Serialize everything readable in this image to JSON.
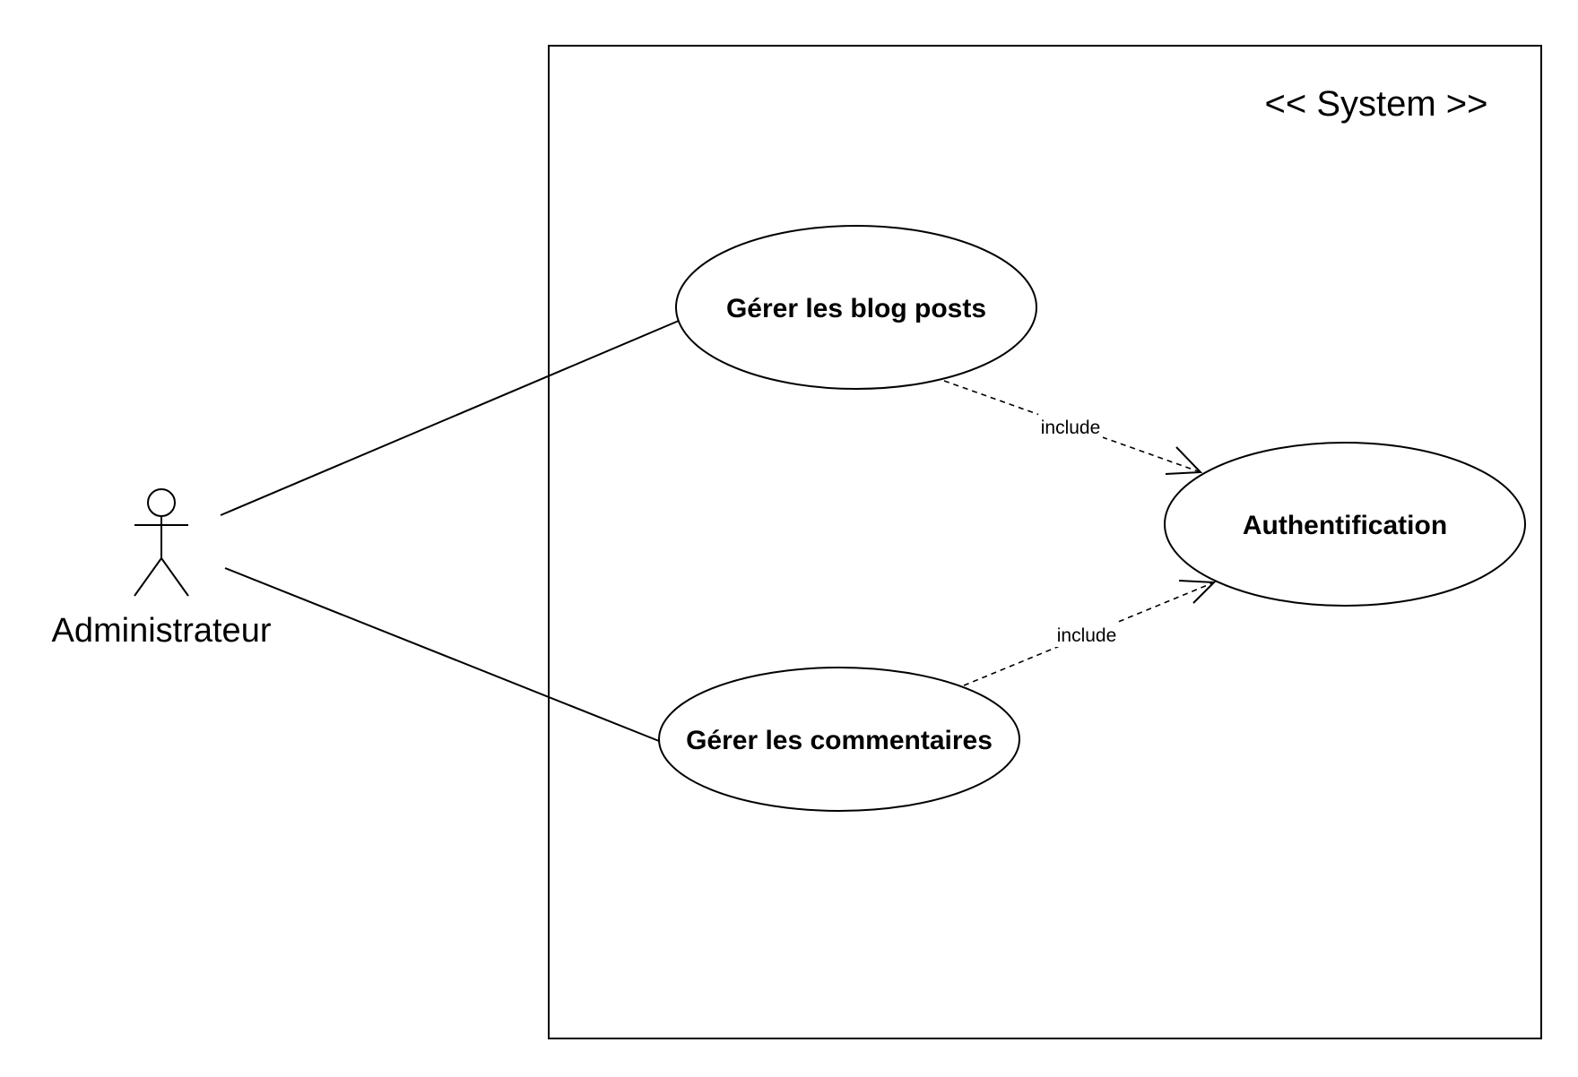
{
  "system": {
    "stereotype": "<< System >>"
  },
  "actor": {
    "name": "Administrateur",
    "icon": "stick-figure-icon"
  },
  "use_cases": {
    "blog_posts": "Gérer les blog posts",
    "comments": "Gérer les commentaires",
    "auth": "Authentification"
  },
  "relations": {
    "include_blog": "include",
    "include_comments": "include"
  },
  "colors": {
    "stroke": "#000000",
    "background": "#ffffff"
  }
}
